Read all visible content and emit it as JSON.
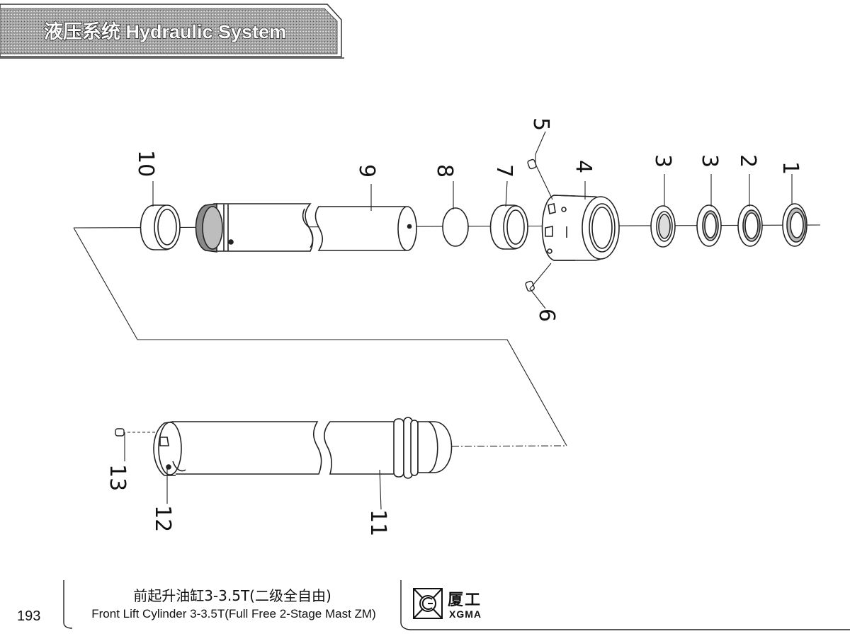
{
  "header": {
    "title": "液压系统  Hydraulic System",
    "band_color": "#9a9a9a"
  },
  "callouts": {
    "c1": "1",
    "c2": "2",
    "c3a": "3",
    "c3b": "3",
    "c4": "4",
    "c5": "5",
    "c6": "6",
    "c7": "7",
    "c8": "8",
    "c9": "9",
    "c10": "10",
    "c11": "11",
    "c12": "12",
    "c13": "13"
  },
  "footer": {
    "page_number": "193",
    "title_cn": "前起升油缸3-3.5T(二级全自由)",
    "title_en": "Front Lift Cylinder 3-3.5T(Full Free 2-Stage Mast ZM)",
    "brand_cn": "厦工",
    "brand_en": "XGMA"
  }
}
